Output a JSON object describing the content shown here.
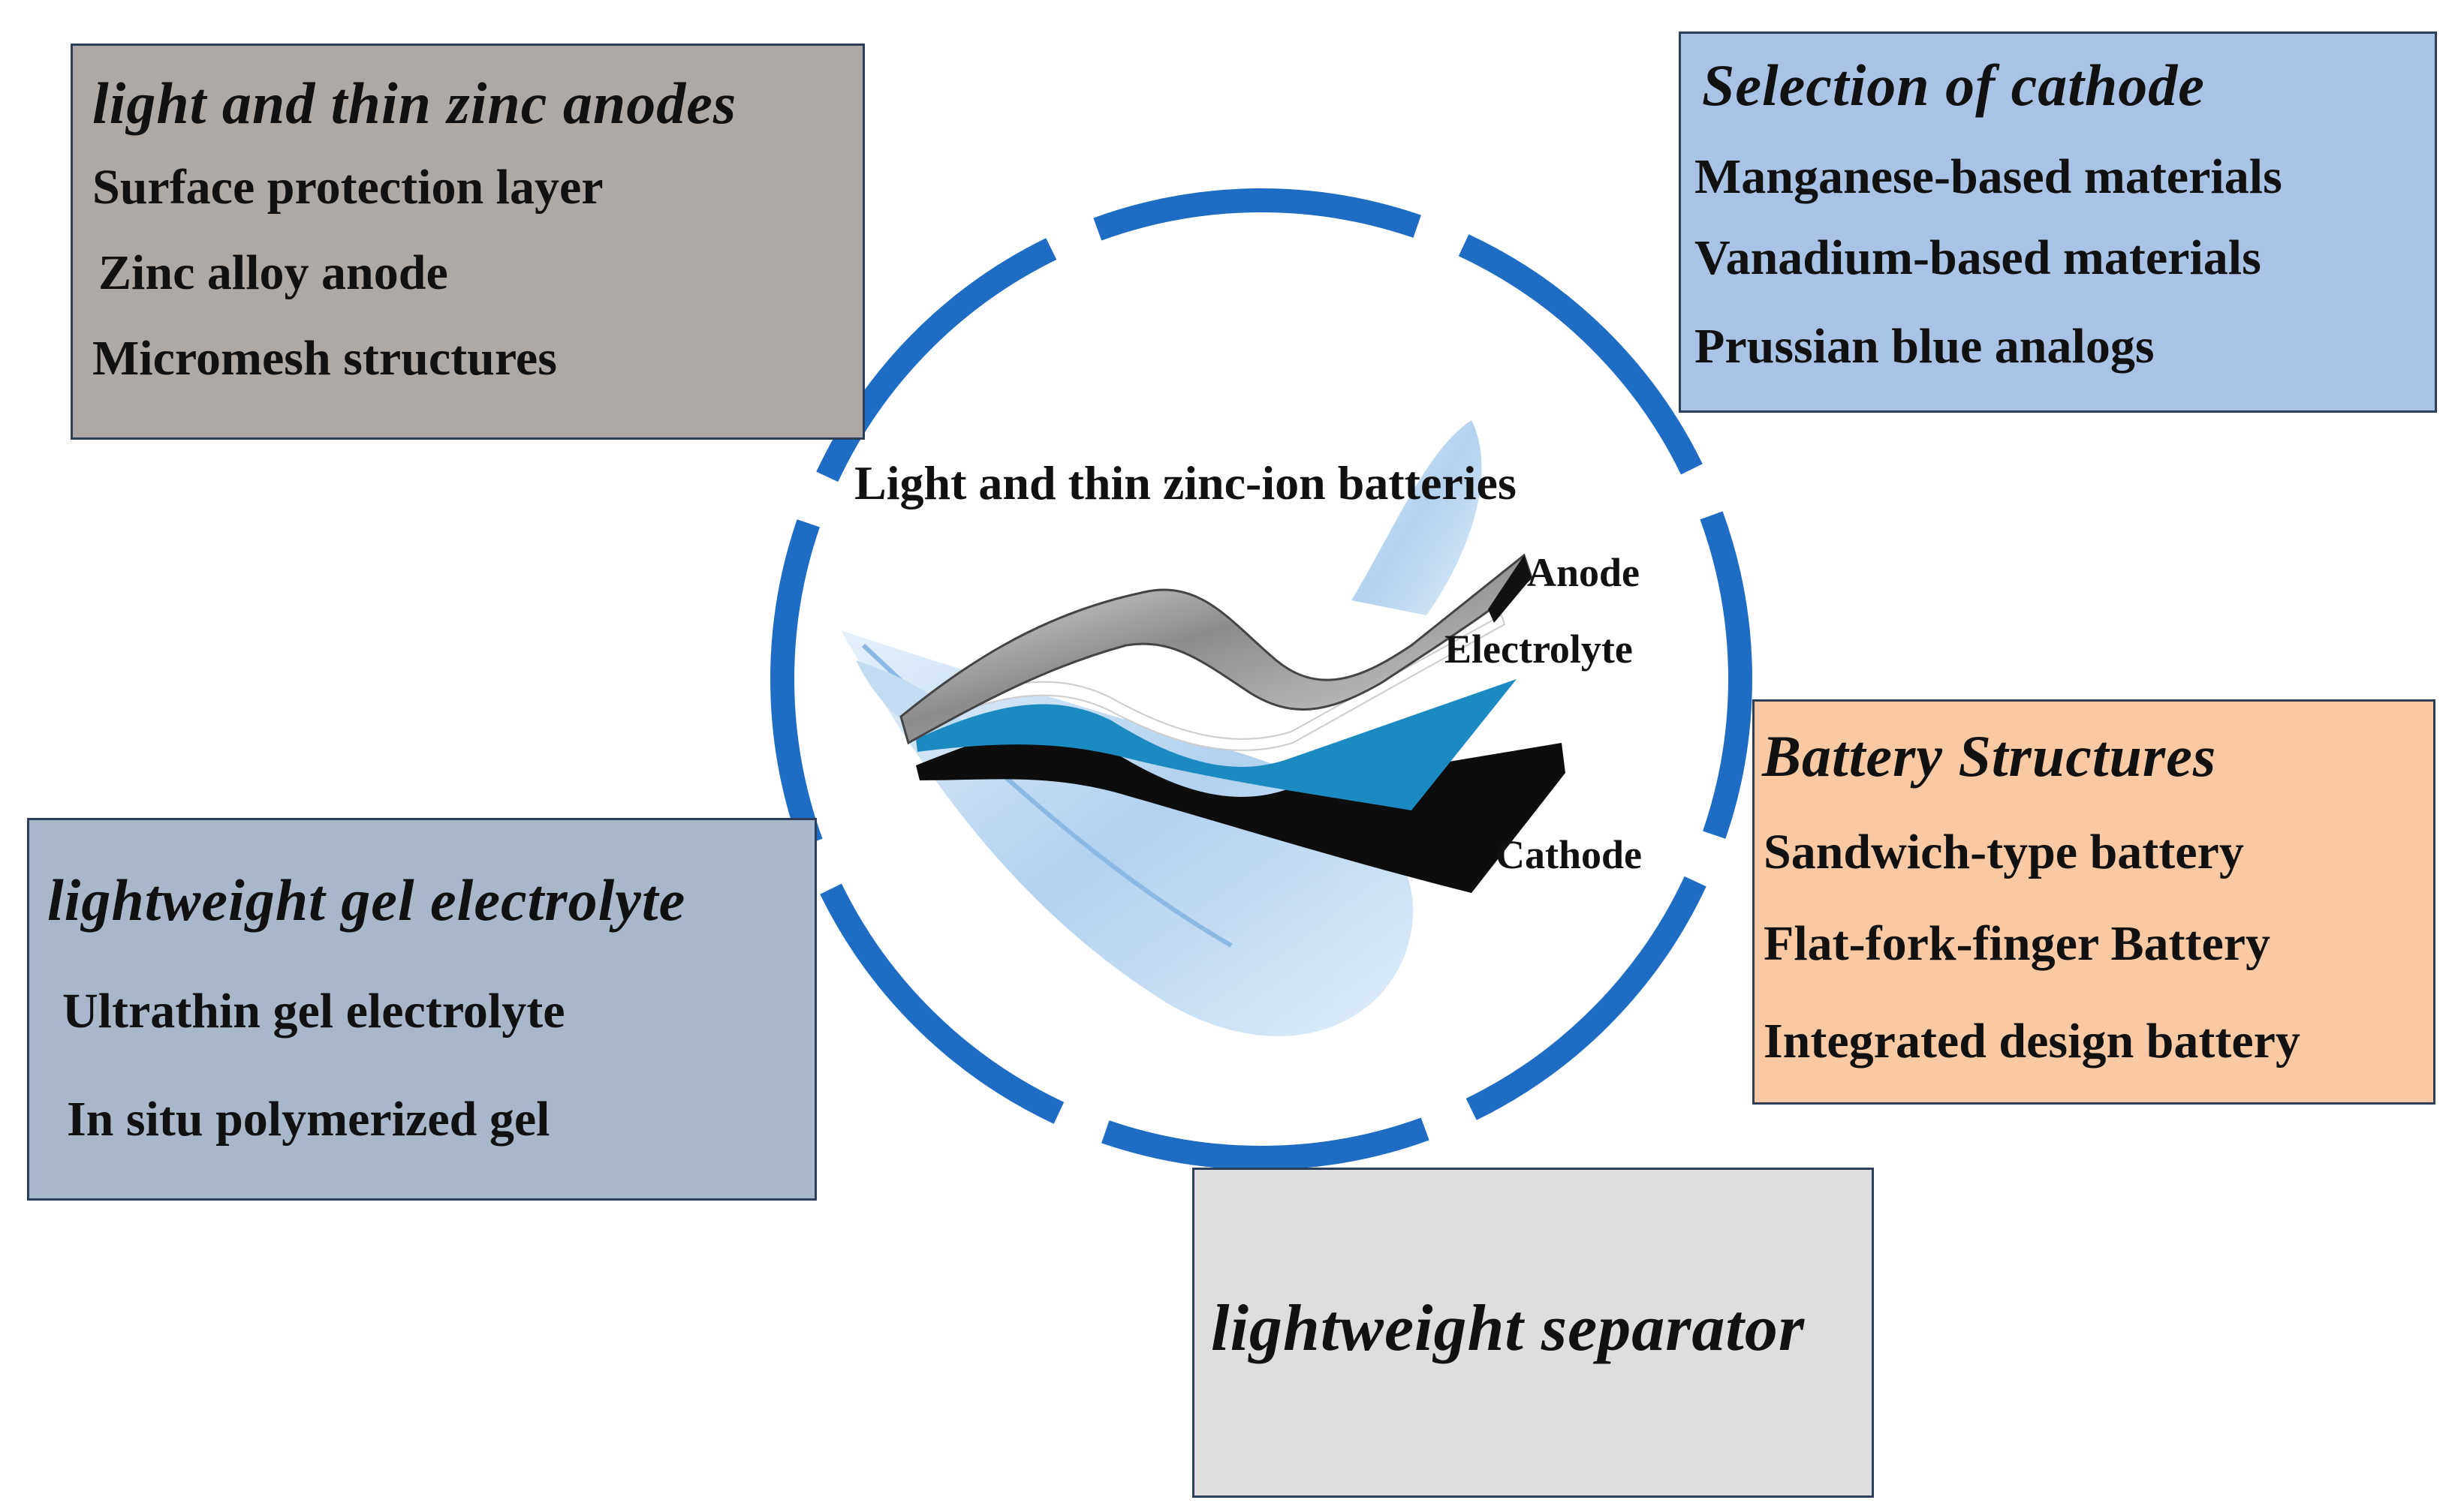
{
  "center": {
    "title": "Light and thin zinc-ion batteries",
    "layers": {
      "anode": "Anode",
      "electrolyte": "Electrolyte",
      "cathode": "Cathode"
    }
  },
  "anodes": {
    "title": "light and thin zinc anodes",
    "items": [
      "Surface protection layer",
      "Zinc alloy anode",
      "Micromesh structures"
    ]
  },
  "cathode": {
    "title": "Selection of cathode",
    "items": [
      "Manganese-based materials",
      "Vanadium-based materials",
      "Prussian blue analogs"
    ]
  },
  "gel": {
    "title": "lightweight gel electrolyte",
    "items": [
      "Ultrathin gel electrolyte",
      "In situ polymerized gel"
    ]
  },
  "structures": {
    "title": "Battery Structures",
    "items": [
      "Sandwich-type battery",
      "Flat-fork-finger Battery",
      "Integrated design battery"
    ]
  },
  "separator": {
    "title": "lightweight separator"
  },
  "colors": {
    "ring": "#1f6cc4",
    "anodes_box": "#aea9a5",
    "cathode_box": "#a8c3e6",
    "gel_box": "#a9b7ca",
    "structures_box": "#f9c9a4",
    "separator_box": "#dedede",
    "electrolyte_layer": "#1b8ac0"
  }
}
